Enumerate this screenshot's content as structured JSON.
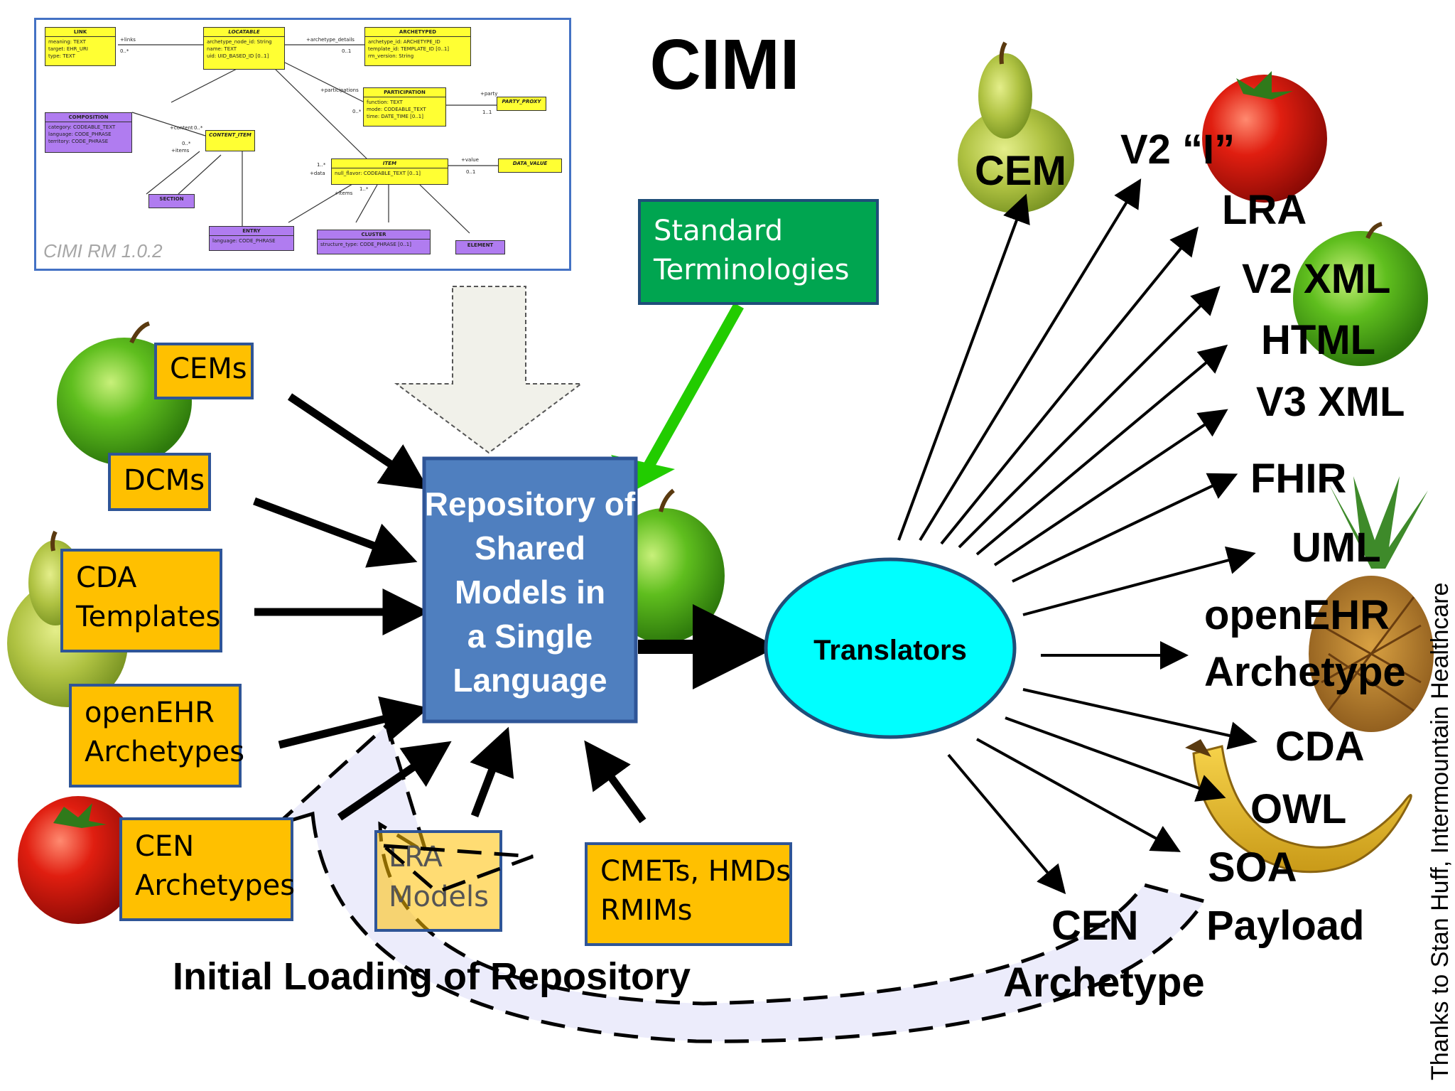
{
  "title": "CIMI",
  "uml_panel": {
    "caption": "CIMI RM 1.0.2",
    "classes": {
      "link": {
        "name": "LINK",
        "attrs": [
          "meaning: TEXT",
          "target: EHR_URI",
          "type: TEXT"
        ]
      },
      "locatable": {
        "name": "LOCATABLE",
        "attrs": [
          "archetype_node_id: String",
          "name: TEXT",
          "uid: UID_BASED_ID [0..1]"
        ]
      },
      "archetyped": {
        "name": "ARCHETYPED",
        "attrs": [
          "archetype_id: ARCHETYPE_ID",
          "template_id: TEMPLATE_ID [0..1]",
          "rm_version: String"
        ]
      },
      "participation": {
        "name": "PARTICIPATION",
        "attrs": [
          "function: TEXT",
          "mode: CODEABLE_TEXT",
          "time: DATE_TIME [0..1]"
        ]
      },
      "party_proxy": {
        "name": "PARTY_PROXY",
        "attrs": []
      },
      "composition": {
        "name": "COMPOSITION",
        "attrs": [
          "category: CODEABLE_TEXT",
          "language: CODE_PHRASE",
          "territory: CODE_PHRASE"
        ]
      },
      "content_item": {
        "name": "CONTENT_ITEM",
        "attrs": []
      },
      "item": {
        "name": "ITEM",
        "attrs": [
          "null_flavor: CODEABLE_TEXT [0..1]"
        ]
      },
      "data_value": {
        "name": "DATA_VALUE",
        "attrs": []
      },
      "section": {
        "name": "SECTION",
        "attrs": []
      },
      "entry": {
        "name": "ENTRY",
        "attrs": [
          "language: CODE_PHRASE"
        ]
      },
      "cluster": {
        "name": "CLUSTER",
        "attrs": [
          "structure_type: CODE_PHRASE [0..1]"
        ]
      },
      "element": {
        "name": "ELEMENT",
        "attrs": []
      }
    },
    "roles": {
      "links": "+links",
      "links_mult": "0..*",
      "archetype_details": "+archetype_details",
      "archetype_details_mult": "0..1",
      "participations": "+participations",
      "participations_mult": "0..*",
      "party": "+party",
      "party_mult": "1..1",
      "content": "+content",
      "content_mult": "0..*",
      "items_content": "+items",
      "items_content_mult": "0..*",
      "value": "+value",
      "value_mult": "0..1",
      "data": "+data",
      "data_mult": "1..*",
      "items_item": "+items",
      "items_item_mult": "1..*"
    }
  },
  "inputs": {
    "cems": [
      "CEMs"
    ],
    "dcms": [
      "DCMs"
    ],
    "cda_templates": [
      "CDA",
      "Templates"
    ],
    "openehr_archetypes": [
      "openEHR",
      "Archetypes"
    ],
    "cen_archetypes": [
      "CEN",
      "Archetypes"
    ],
    "cmets": [
      "CMETs, HMDs",
      "RMIMs"
    ]
  },
  "lra_models": [
    "LRA",
    "Models"
  ],
  "standard_terminologies": [
    "Standard",
    "Terminologies"
  ],
  "repository": [
    "Repository of",
    "Shared",
    "Models in",
    "a Single",
    "Language"
  ],
  "translators": "Translators",
  "initial_loading": "Initial Loading of Repository",
  "outputs": {
    "cem": "CEM",
    "v2i": "V2 “I”",
    "lra": "LRA",
    "v2xml": "V2 XML",
    "html": "HTML",
    "v3xml": "V3 XML",
    "fhir": "FHIR",
    "uml": "UML",
    "openehr": "openEHR",
    "archetype": "Archetype",
    "cda": "CDA",
    "owl": "OWL",
    "soa": "SOA",
    "payload": "Payload",
    "cen": "CEN",
    "cen_archetype": "Archetype"
  },
  "credit": "Thanks to Stan Huff, Intermountain Healthcare",
  "colors": {
    "orange_box": "#FFC000",
    "box_border": "#2F5597",
    "repository_fill": "#4F7FBF",
    "translators_fill": "#00FFFF",
    "terminology_fill": "#00A550",
    "green_arrow": "#22CC00",
    "loading_band": "#ECECFB",
    "gray_arrow": "#F1F1EA"
  },
  "fruit_icons": [
    "apple-icon",
    "pear-icon",
    "tomato-icon",
    "pineapple-icon",
    "banana-icon"
  ]
}
